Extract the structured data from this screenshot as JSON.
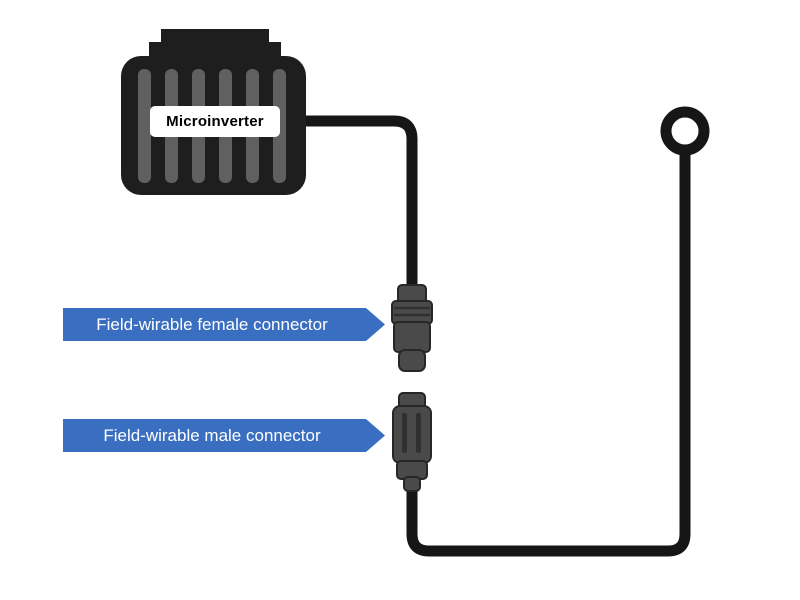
{
  "diagram": {
    "device": {
      "label": "Microinverter"
    },
    "connectors": {
      "female_label": "Field-wirable female connector",
      "male_label": "Field-wirable male connector"
    },
    "colors": {
      "cable": "#161616",
      "device_body": "#1e1e1e",
      "device_fins": "#606060",
      "connector_fill": "#4a4a4a",
      "connector_outline": "#272727",
      "connector_ridge": "#303030",
      "banner_background": "#3a6ec1",
      "banner_text": "#ffffff",
      "device_label_bg": "#ffffff",
      "device_label_text": "#000000"
    }
  }
}
